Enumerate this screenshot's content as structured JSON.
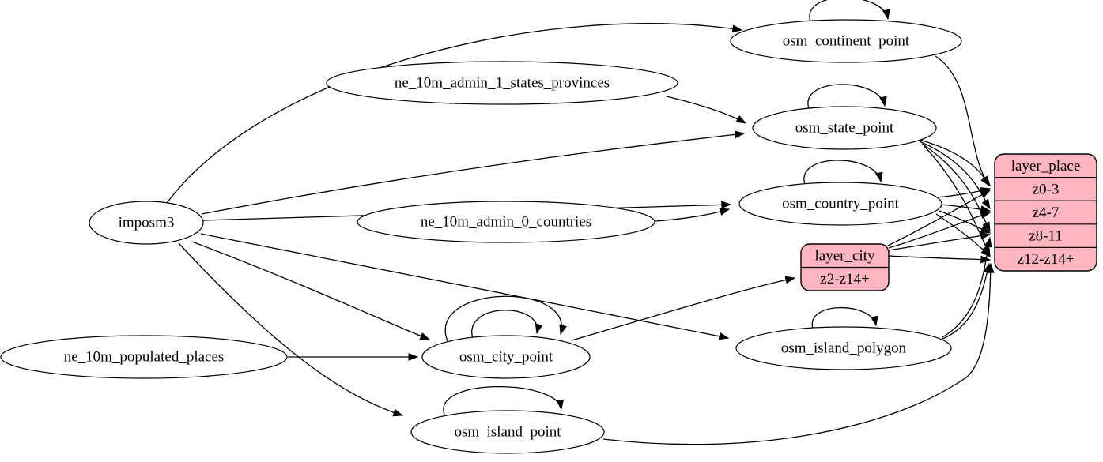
{
  "diagram": {
    "type": "graphviz-etl-graph",
    "background": "#ffffff",
    "colors": {
      "node_fill": "#ffffff",
      "record_fill": "#ffb6c1",
      "stroke": "#000000",
      "text": "#000000"
    },
    "nodes": {
      "imposm3": {
        "label": "imposm3",
        "shape": "ellipse"
      },
      "ne_10m_admin_1_states_provinces": {
        "label": "ne_10m_admin_1_states_provinces",
        "shape": "ellipse"
      },
      "ne_10m_admin_0_countries": {
        "label": "ne_10m_admin_0_countries",
        "shape": "ellipse"
      },
      "ne_10m_populated_places": {
        "label": "ne_10m_populated_places",
        "shape": "ellipse"
      },
      "osm_continent_point": {
        "label": "osm_continent_point",
        "shape": "ellipse"
      },
      "osm_state_point": {
        "label": "osm_state_point",
        "shape": "ellipse"
      },
      "osm_country_point": {
        "label": "osm_country_point",
        "shape": "ellipse"
      },
      "osm_city_point": {
        "label": "osm_city_point",
        "shape": "ellipse"
      },
      "osm_island_polygon": {
        "label": "osm_island_polygon",
        "shape": "ellipse"
      },
      "osm_island_point": {
        "label": "osm_island_point",
        "shape": "ellipse"
      }
    },
    "records": {
      "layer_city": {
        "title": "layer_city",
        "rows": [
          "z2-z14+"
        ]
      },
      "layer_place": {
        "title": "layer_place",
        "rows": [
          "z0-3",
          "z4-7",
          "z8-11",
          "z12-z14+"
        ]
      }
    },
    "edges": [
      {
        "from": "imposm3",
        "to": "osm_continent_point"
      },
      {
        "from": "imposm3",
        "to": "osm_state_point"
      },
      {
        "from": "imposm3",
        "to": "osm_country_point"
      },
      {
        "from": "imposm3",
        "to": "osm_city_point"
      },
      {
        "from": "imposm3",
        "to": "osm_island_polygon"
      },
      {
        "from": "imposm3",
        "to": "osm_island_point"
      },
      {
        "from": "ne_10m_admin_1_states_provinces",
        "to": "osm_state_point"
      },
      {
        "from": "ne_10m_admin_0_countries",
        "to": "osm_country_point"
      },
      {
        "from": "ne_10m_populated_places",
        "to": "osm_city_point"
      },
      {
        "from": "osm_continent_point",
        "to": "osm_continent_point"
      },
      {
        "from": "osm_state_point",
        "to": "osm_state_point"
      },
      {
        "from": "osm_country_point",
        "to": "osm_country_point"
      },
      {
        "from": "osm_city_point",
        "to": "osm_city_point"
      },
      {
        "from": "osm_city_point",
        "to": "osm_city_point"
      },
      {
        "from": "osm_island_polygon",
        "to": "osm_island_polygon"
      },
      {
        "from": "osm_island_point",
        "to": "osm_island_point"
      },
      {
        "from": "osm_continent_point",
        "to": "layer_place.z0-3"
      },
      {
        "from": "osm_state_point",
        "to": "layer_place.z0-3"
      },
      {
        "from": "osm_state_point",
        "to": "layer_place.z4-7"
      },
      {
        "from": "osm_state_point",
        "to": "layer_place.z8-11"
      },
      {
        "from": "osm_state_point",
        "to": "layer_place.z12-z14+"
      },
      {
        "from": "osm_country_point",
        "to": "layer_place.z0-3"
      },
      {
        "from": "osm_country_point",
        "to": "layer_place.z4-7"
      },
      {
        "from": "osm_country_point",
        "to": "layer_place.z8-11"
      },
      {
        "from": "osm_country_point",
        "to": "layer_place.z12-z14+"
      },
      {
        "from": "osm_city_point",
        "to": "layer_city.z2-z14+"
      },
      {
        "from": "layer_city",
        "to": "layer_place.z0-3"
      },
      {
        "from": "layer_city",
        "to": "layer_place.z4-7"
      },
      {
        "from": "layer_city",
        "to": "layer_place.z8-11"
      },
      {
        "from": "layer_city",
        "to": "layer_place.z12-z14+"
      },
      {
        "from": "osm_island_polygon",
        "to": "layer_place.z8-11"
      },
      {
        "from": "osm_island_polygon",
        "to": "layer_place.z12-z14+"
      },
      {
        "from": "osm_island_point",
        "to": "layer_place.z12-z14+"
      }
    ]
  }
}
